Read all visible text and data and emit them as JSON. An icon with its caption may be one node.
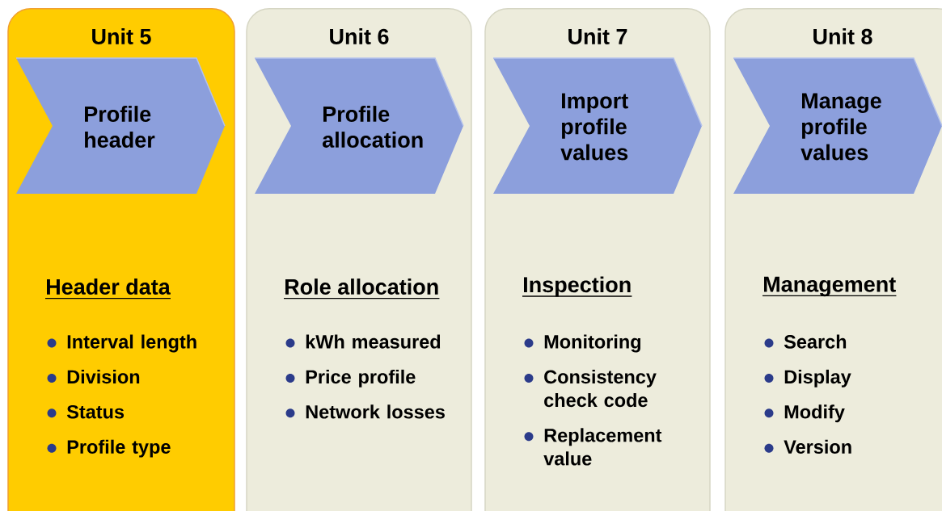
{
  "diagram": {
    "nodes": [
      {
        "text": [
          "Unit 5",
          "Header data",
          "Interval length",
          "Division",
          "Status",
          "Profile type"
        ]
      },
      {
        "text": [
          "Profile header"
        ],
        "in": 0
      },
      {
        "text": [
          "Unit 6",
          "Role allocation",
          "kWh measured",
          "Price profile",
          "Network losses"
        ]
      },
      {
        "text": [
          "Profile allocation"
        ],
        "in": 2
      },
      {
        "text": [
          "Unit 7",
          "Inspection",
          "Monitoring",
          "Consistency check code",
          "Replacement value"
        ]
      },
      {
        "text": [
          "Import profile values"
        ],
        "in": 4
      },
      {
        "text": [
          "Unit 8",
          "Management",
          "Search",
          "Display",
          "Modify",
          "Version"
        ]
      },
      {
        "text": [
          "Manage profile values"
        ],
        "in": 6
      }
    ]
  }
}
